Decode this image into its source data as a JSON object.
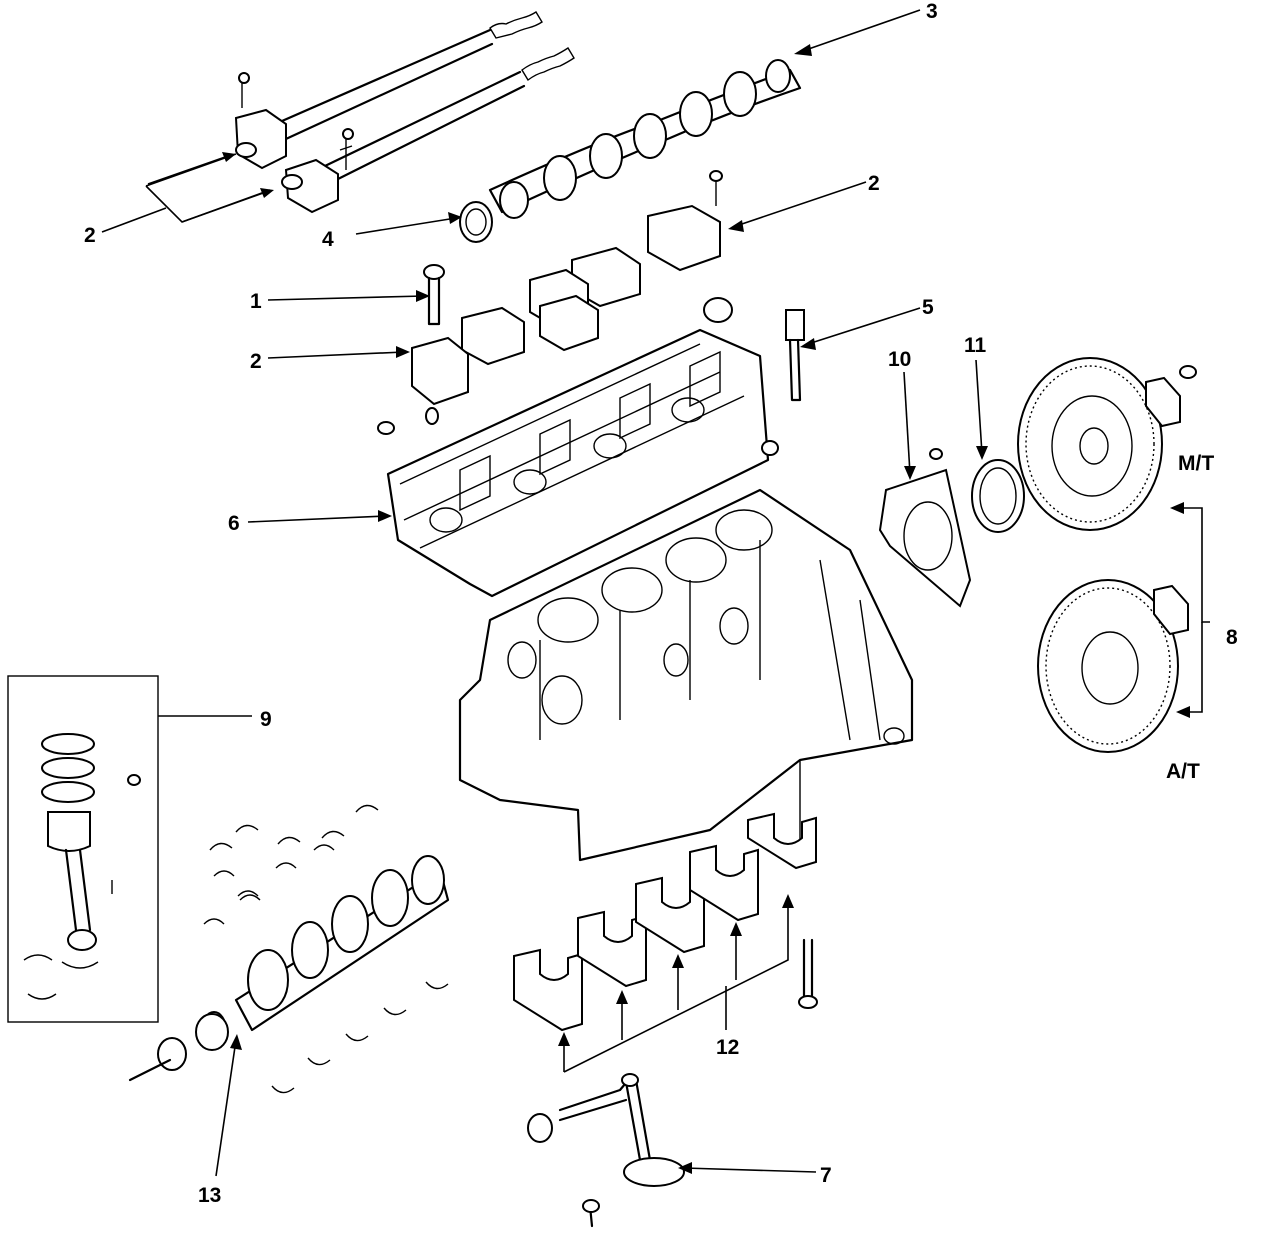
{
  "callouts": {
    "c1": "1",
    "c2a": "2",
    "c2b": "2",
    "c2c": "2",
    "c3": "3",
    "c4": "4",
    "c5": "5",
    "c6": "6",
    "c7": "7",
    "c8": "8",
    "c9": "9",
    "c10": "10",
    "c11": "11",
    "c12": "12",
    "c13": "13",
    "mt": "M/T",
    "at": "A/T"
  }
}
